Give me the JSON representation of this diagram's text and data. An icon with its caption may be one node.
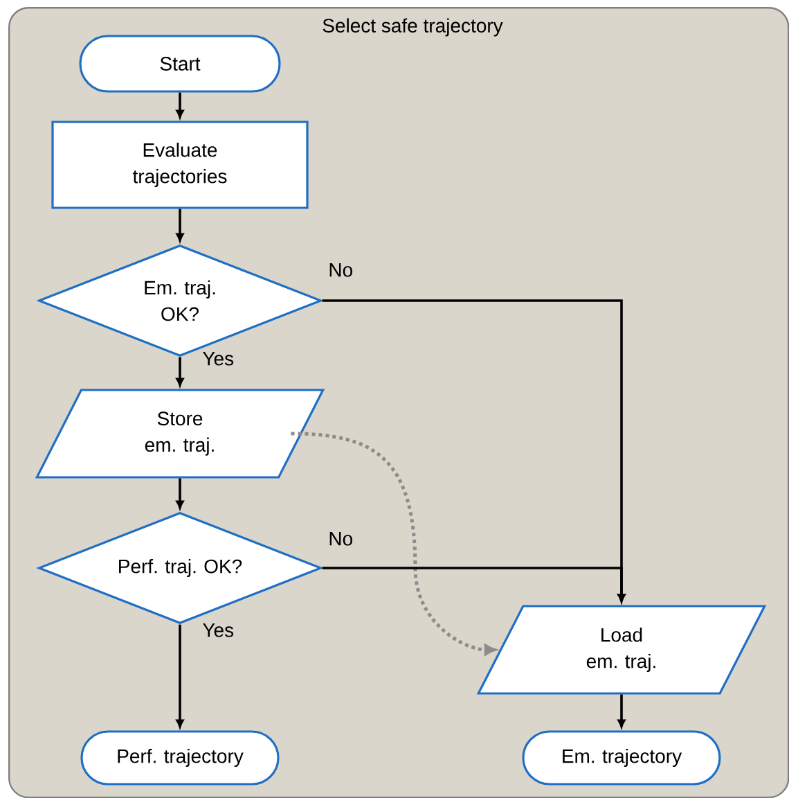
{
  "diagram": {
    "nodes": [
      {
        "text": [
          "Select safe trajectory"
        ]
      },
      {
        "text": [
          "Start"
        ],
        "in": 0
      },
      {
        "text": [
          "Evaluate trajectories"
        ],
        "in": 0
      },
      {
        "text": [
          "Em. traj. OK?"
        ],
        "in": 0
      },
      {
        "text": [
          "Store em. traj."
        ],
        "in": 0
      },
      {
        "text": [
          "Perf. traj. OK?"
        ],
        "in": 0
      },
      {
        "text": [
          "Perf. trajectory"
        ],
        "in": 0
      },
      {
        "text": [
          "Load em. traj."
        ],
        "in": 0
      },
      {
        "text": [
          "Em. trajectory"
        ],
        "in": 0
      }
    ],
    "edges": [
      {
        "from": 1,
        "to": 2,
        "arrow": "to"
      },
      {
        "from": 2,
        "to": 3,
        "arrow": "to"
      },
      {
        "from": 3,
        "to": 4,
        "arrow": "to",
        "label": "Yes"
      },
      {
        "from": 3,
        "to": 7,
        "arrow": "to",
        "label": "No"
      },
      {
        "from": 4,
        "to": 5,
        "arrow": "to"
      },
      {
        "from": 4,
        "to": 7,
        "arrow": "to",
        "style": "dashed",
        "color": "#8c8c8c"
      },
      {
        "from": 5,
        "to": 6,
        "arrow": "to",
        "label": "Yes"
      },
      {
        "from": 5,
        "to": 7,
        "arrow": "to",
        "label": "No"
      },
      {
        "from": 7,
        "to": 8,
        "arrow": "to"
      }
    ]
  }
}
